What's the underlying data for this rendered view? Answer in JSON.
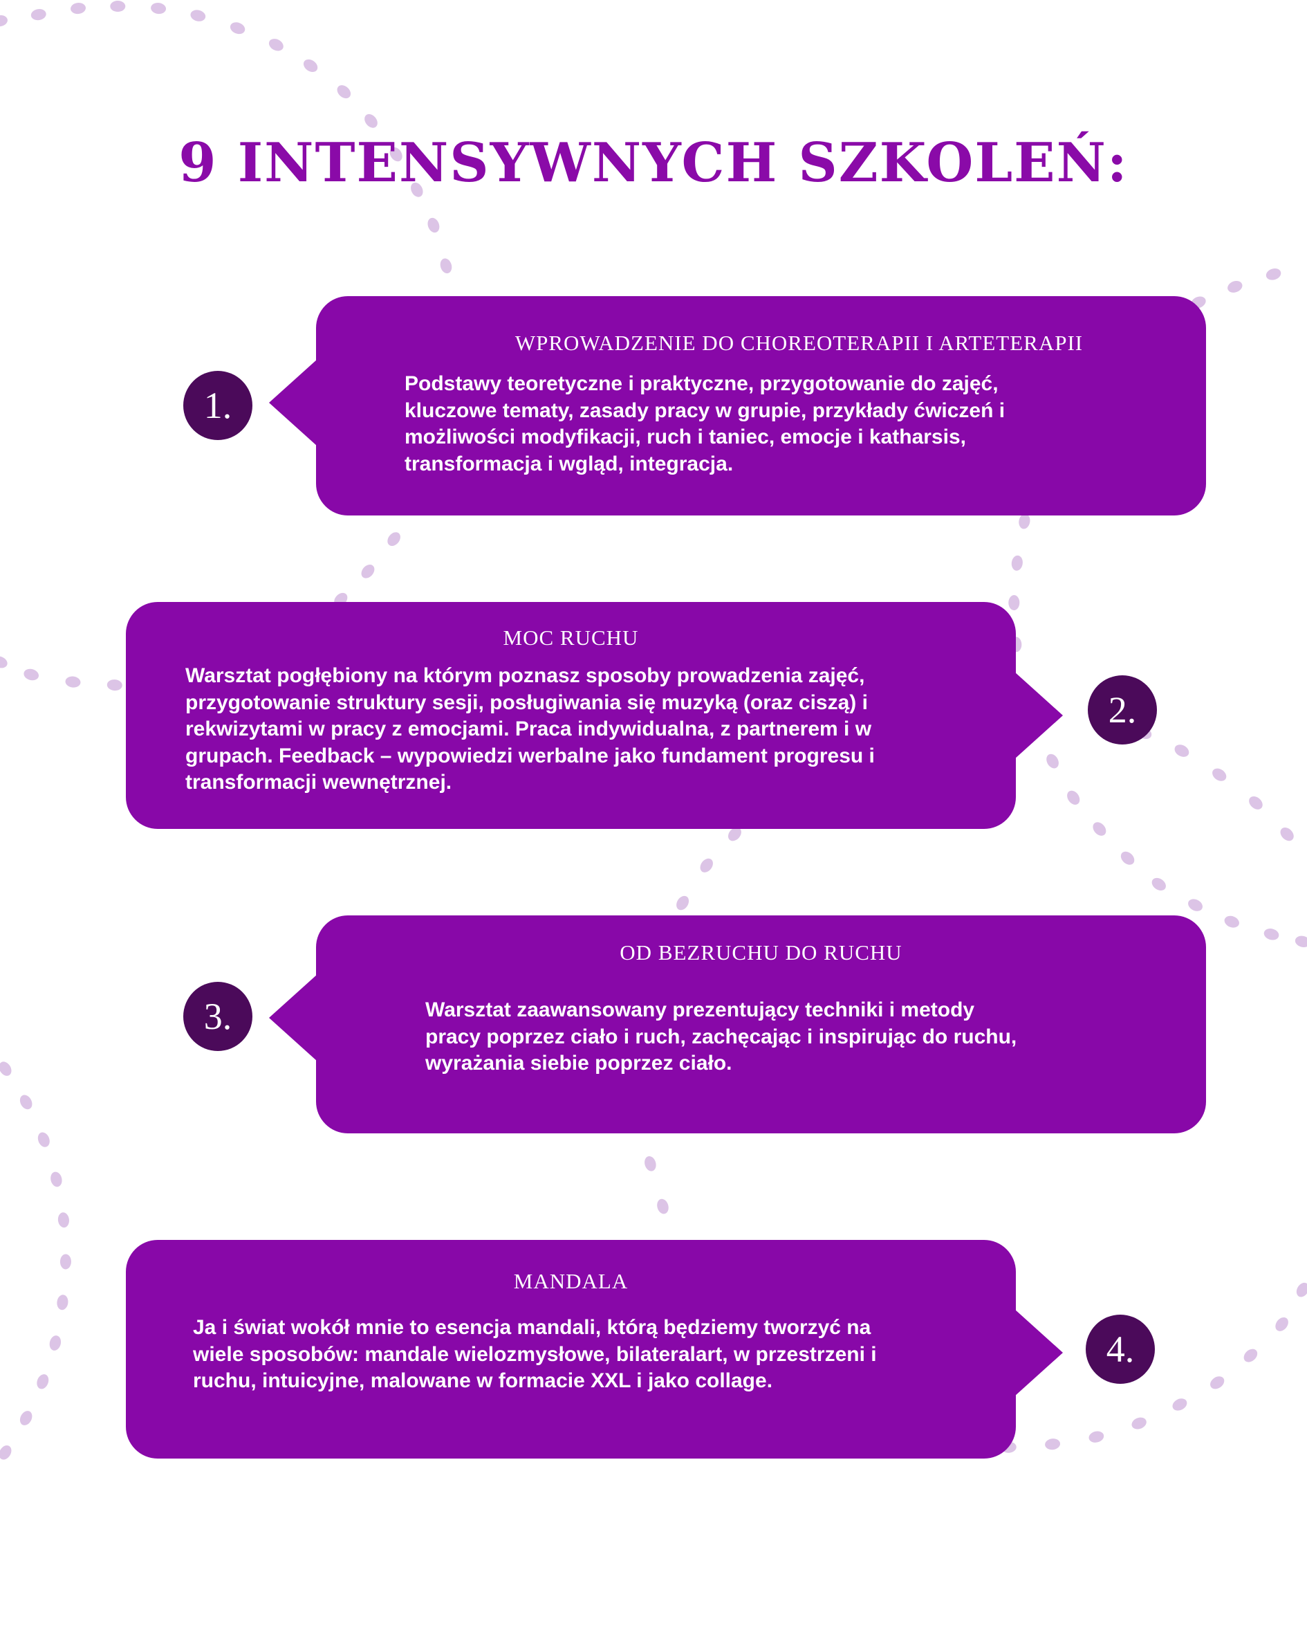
{
  "title": "9 INTENSYWNYCH SZKOLEŃ:",
  "colors": {
    "card": "#8808a8",
    "badge": "#4b0a5a",
    "title": "#8a0aa8",
    "dots": "#dcc4e6"
  },
  "items": [
    {
      "number": "1.",
      "heading": "WPROWADZENIE DO CHOREOTERAPII  I ARTETERAPII",
      "body": "Podstawy teoretyczne i praktyczne, przygotowanie do zajęć,\nkluczowe tematy, zasady pracy w grupie, przykłady ćwiczeń i\nmożliwości modyfikacji, ruch i taniec, emocje i katharsis,\ntransformacja i wgląd, integracja."
    },
    {
      "number": "2.",
      "heading": "MOC RUCHU",
      "body": " Warsztat pogłębiony na którym poznasz sposoby prowadzenia zajęć,\nprzygotowanie struktury sesji, posługiwania się muzyką (oraz ciszą) i\nrekwizytami w pracy z emocjami. Praca indywidualna, z partnerem i w\ngrupach. Feedback – wypowiedzi werbalne jako fundament progresu i\ntransformacji wewnętrznej."
    },
    {
      "number": "3.",
      "heading": "OD BEZRUCHU DO RUCHU",
      "body": "Warsztat zaawansowany prezentujący techniki i metody\npracy poprzez ciało i ruch, zachęcając i inspirując do ruchu,\nwyrażania siebie poprzez ciało."
    },
    {
      "number": "4.",
      "heading": "MANDALA",
      "body": "Ja i świat wokół mnie to esencja mandali, którą będziemy tworzyć na\nwiele sposobów: mandale wielozmysłowe, bilateralart, w przestrzeni i\nruchu, intuicyjne, malowane w formacie XXL i jako collage."
    }
  ]
}
